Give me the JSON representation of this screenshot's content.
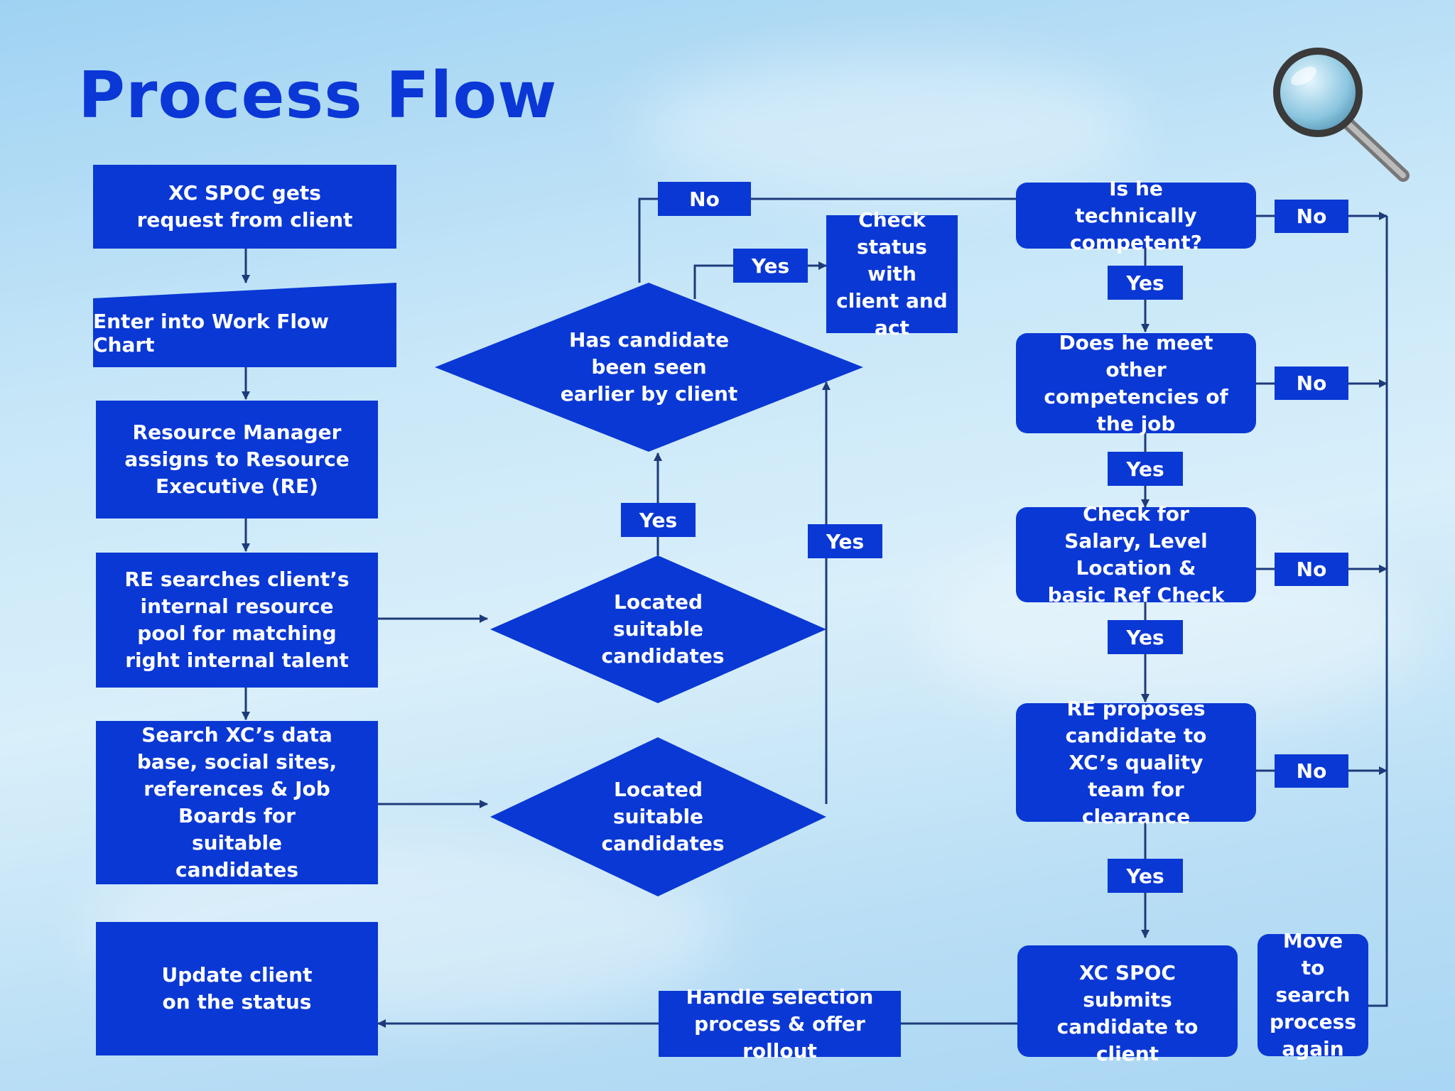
{
  "title": "Process Flow",
  "colors": {
    "box": "#0a38d4",
    "title": "#0a37d6",
    "line": "#1d3b7a"
  },
  "boxes": {
    "spoc_request": "XC SPOC gets request from client",
    "enter_workflow": "Enter into Work Flow Chart",
    "rm_assigns": "Resource Manager assigns to Resource Executive (RE)",
    "re_searches": "RE searches client’s internal resource pool for matching right internal talent",
    "search_db": "Search XC’s data base, social sites, references & Job Boards for suitable candidates",
    "update_client": "Update client on the status",
    "check_status": "Check status with client and act",
    "technically": "Is he technically competent?",
    "other_comp": "Does he meet other competencies of the job",
    "salary_check": "Check for Salary, Level Location & basic Ref Check",
    "re_proposes": "RE proposes candidate to XC’s quality team for clearance",
    "spoc_submits": "XC SPOC submits candidate to client",
    "handle_selection": "Handle selection process & offer rollout",
    "move_search": "Move to search process again"
  },
  "diamonds": {
    "seen_earlier": "Has candidate been seen earlier by client",
    "located_1": "Located suitable candidates",
    "located_2": "Located suitable candidates"
  },
  "labels": {
    "no_top": "No",
    "yes_check": "Yes",
    "yes_located1": "Yes",
    "yes_located2": "Yes",
    "no_tech": "No",
    "yes_tech": "Yes",
    "no_comp": "No",
    "yes_comp": "Yes",
    "no_salary": "No",
    "yes_salary": "Yes",
    "no_propose": "No",
    "yes_propose": "Yes"
  },
  "icons": {
    "magnifier": "magnifying-glass-icon"
  }
}
